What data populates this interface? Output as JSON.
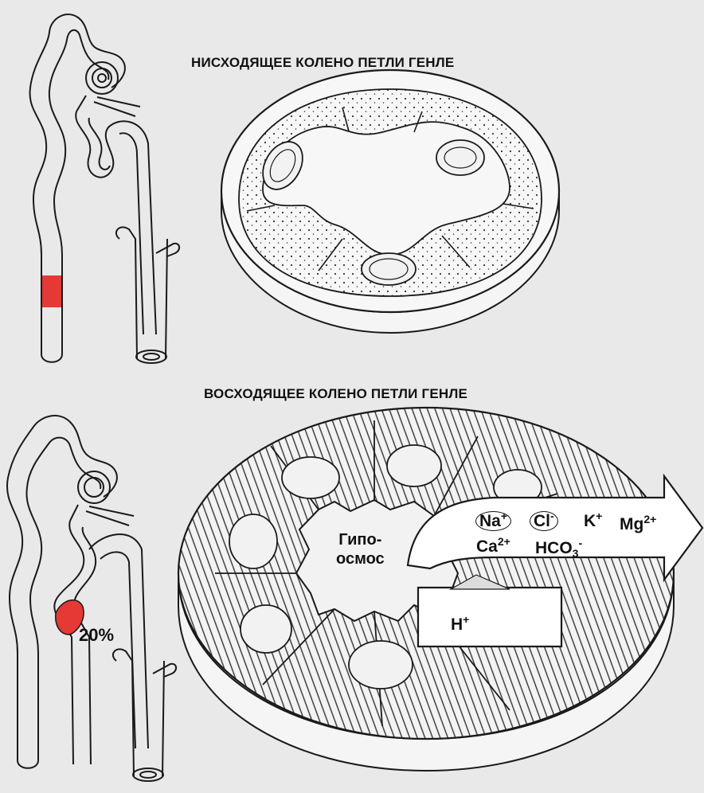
{
  "descending": {
    "title": "НИСХОДЯЩЕЕ КОЛЕНО ПЕТЛИ ГЕНЛЕ"
  },
  "ascending": {
    "title": "ВОСХОДЯЩЕЕ КОЛЕНО ПЕТЛИ ГЕНЛЕ",
    "percent_label": "20%",
    "lumen_label_line1": "Гипо-",
    "lumen_label_line2": "осмос",
    "ions_out": {
      "na": {
        "base": "Na",
        "charge": "+"
      },
      "cl": {
        "base": "Cl",
        "charge": "-"
      },
      "k": {
        "base": "K",
        "charge": "+"
      },
      "mg": {
        "base": "Mg",
        "charge": "2+"
      },
      "ca": {
        "base": "Ca",
        "charge": "2+"
      },
      "hco3": {
        "base": "HCO",
        "sub": "3",
        "charge": "-"
      }
    },
    "ion_in": {
      "base": "H",
      "charge": "+"
    }
  },
  "colors": {
    "background": "#e9e9e9",
    "ink": "#1a1a1a",
    "highlight": "#e53935"
  }
}
